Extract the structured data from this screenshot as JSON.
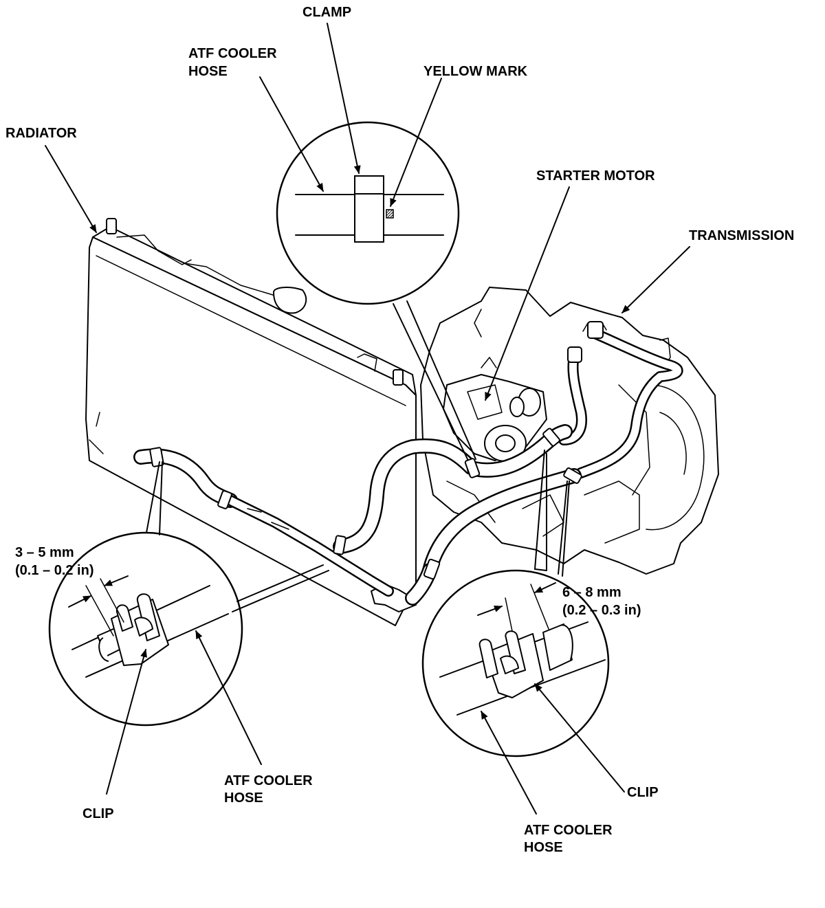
{
  "labels": {
    "clamp": "CLAMP",
    "atf_cooler_hose_top": [
      "ATF COOLER",
      "HOSE"
    ],
    "yellow_mark": "YELLOW MARK",
    "radiator": "RADIATOR",
    "starter_motor": "STARTER MOTOR",
    "transmission": "TRANSMISSION",
    "left_gap_measure": [
      "3 – 5 mm",
      "(0.1 – 0.2 in)"
    ],
    "right_gap_measure": [
      "6 – 8 mm",
      "(0.2 – 0.3 in)"
    ],
    "clip_left": "CLIP",
    "atf_cooler_hose_left": [
      "ATF COOLER",
      "HOSE"
    ],
    "clip_right": "CLIP",
    "atf_cooler_hose_right": [
      "ATF COOLER",
      "HOSE"
    ]
  }
}
